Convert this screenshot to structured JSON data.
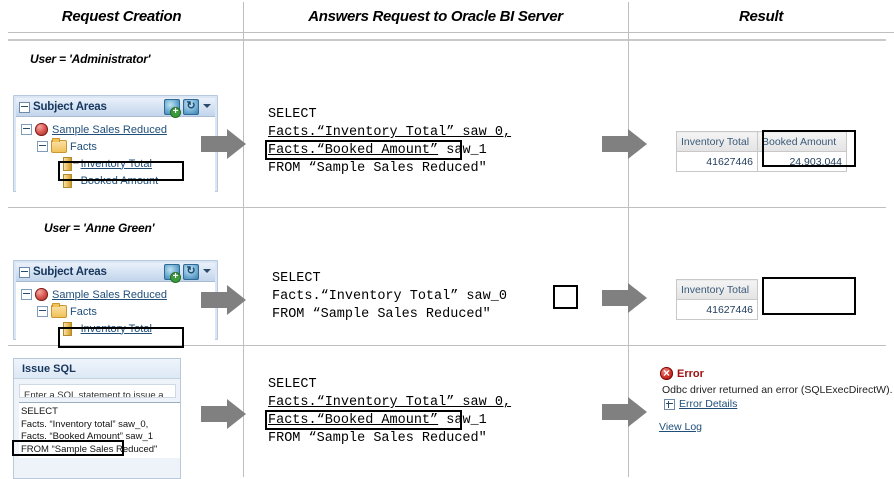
{
  "columns": {
    "request_creation": "Request Creation",
    "answers_request": "Answers Request to Oracle BI Server",
    "result": "Result"
  },
  "rows": [
    {
      "user_label": "User = 'Administrator'",
      "subject_areas": {
        "title": "Subject Areas",
        "add_icon": "add-subject-area-icon",
        "refresh_icon": "refresh-icon",
        "chevron_icon": "chevron-down-icon",
        "tree": [
          {
            "level": 1,
            "icon": "sphere-icon",
            "label": "Sample Sales Reduced",
            "style": "link"
          },
          {
            "level": 2,
            "icon": "folder-icon",
            "label": "Facts",
            "style": "text"
          },
          {
            "level": 3,
            "icon": "column-icon",
            "label": "Inventory Total",
            "style": "link"
          },
          {
            "level": 3,
            "icon": "column-icon",
            "label": "Booked Amount",
            "style": "link",
            "highlighted": true
          }
        ]
      },
      "arrow": "right-arrow-icon",
      "sql": {
        "line1": "SELECT",
        "line2": "Facts.“Inventory Total” saw_0,",
        "line3": "Facts.“Booked Amount”",
        "line3_suffix": " saw_1",
        "line4": "FROM “Sample Sales Reduced\"",
        "line3_highlighted": true
      },
      "result": {
        "type": "table",
        "headers": [
          "Inventory Total",
          "Booked Amount"
        ],
        "values": [
          "41627446",
          "24,903,044"
        ],
        "highlighted_column": 1
      }
    },
    {
      "user_label": "User = 'Anne Green'",
      "subject_areas": {
        "title": "Subject Areas",
        "add_icon": "add-subject-area-icon",
        "refresh_icon": "refresh-icon",
        "chevron_icon": "chevron-down-icon",
        "tree": [
          {
            "level": 1,
            "icon": "sphere-icon",
            "label": "Sample Sales Reduced",
            "style": "link"
          },
          {
            "level": 2,
            "icon": "folder-icon",
            "label": "Facts",
            "style": "text"
          },
          {
            "level": 3,
            "icon": "column-icon",
            "label": "Inventory Total",
            "style": "link"
          }
        ],
        "missing_item_box": true
      },
      "arrow": "right-arrow-icon",
      "sql": {
        "line1": "SELECT",
        "line2": "Facts.“Inventory Total” saw_0",
        "line4": "FROM “Sample Sales Reduced\"",
        "missing_box": true
      },
      "result": {
        "type": "table",
        "headers": [
          "Inventory Total"
        ],
        "values": [
          "41627446"
        ],
        "missing_box": true
      }
    },
    {
      "issue_sql": {
        "title": "Issue SQL",
        "help_text": "Enter a SQL statement to issue a",
        "sql_line1": "SELECT",
        "sql_line2": "Facts. “Inventory total” saw_0,",
        "sql_line3": "Facts. “Booked Amount”",
        "sql_line3_suffix": " saw_1",
        "sql_line4": "FROM “Sample Sales Reduced\""
      },
      "arrow": "right-arrow-icon",
      "sql": {
        "line1": "SELECT",
        "line2": "Facts.“Inventory Total” saw_0,",
        "line3": "Facts.“Booked Amount”",
        "line3_suffix": " saw_1",
        "line4": "FROM “Sample Sales Reduced\"",
        "line3_highlighted": true
      },
      "result": {
        "type": "error",
        "error_icon": "error-icon",
        "title": "Error",
        "message": "Odbc driver returned an error (SQLExecDirectW).",
        "details_expand_icon": "expand-plus-icon",
        "details_link": "Error Details",
        "view_log_link": "View Log"
      }
    }
  ],
  "colors": {
    "link": "#1f4e79",
    "error": "#a01010",
    "arrow": "#808080",
    "panel_header": "#17365d"
  }
}
